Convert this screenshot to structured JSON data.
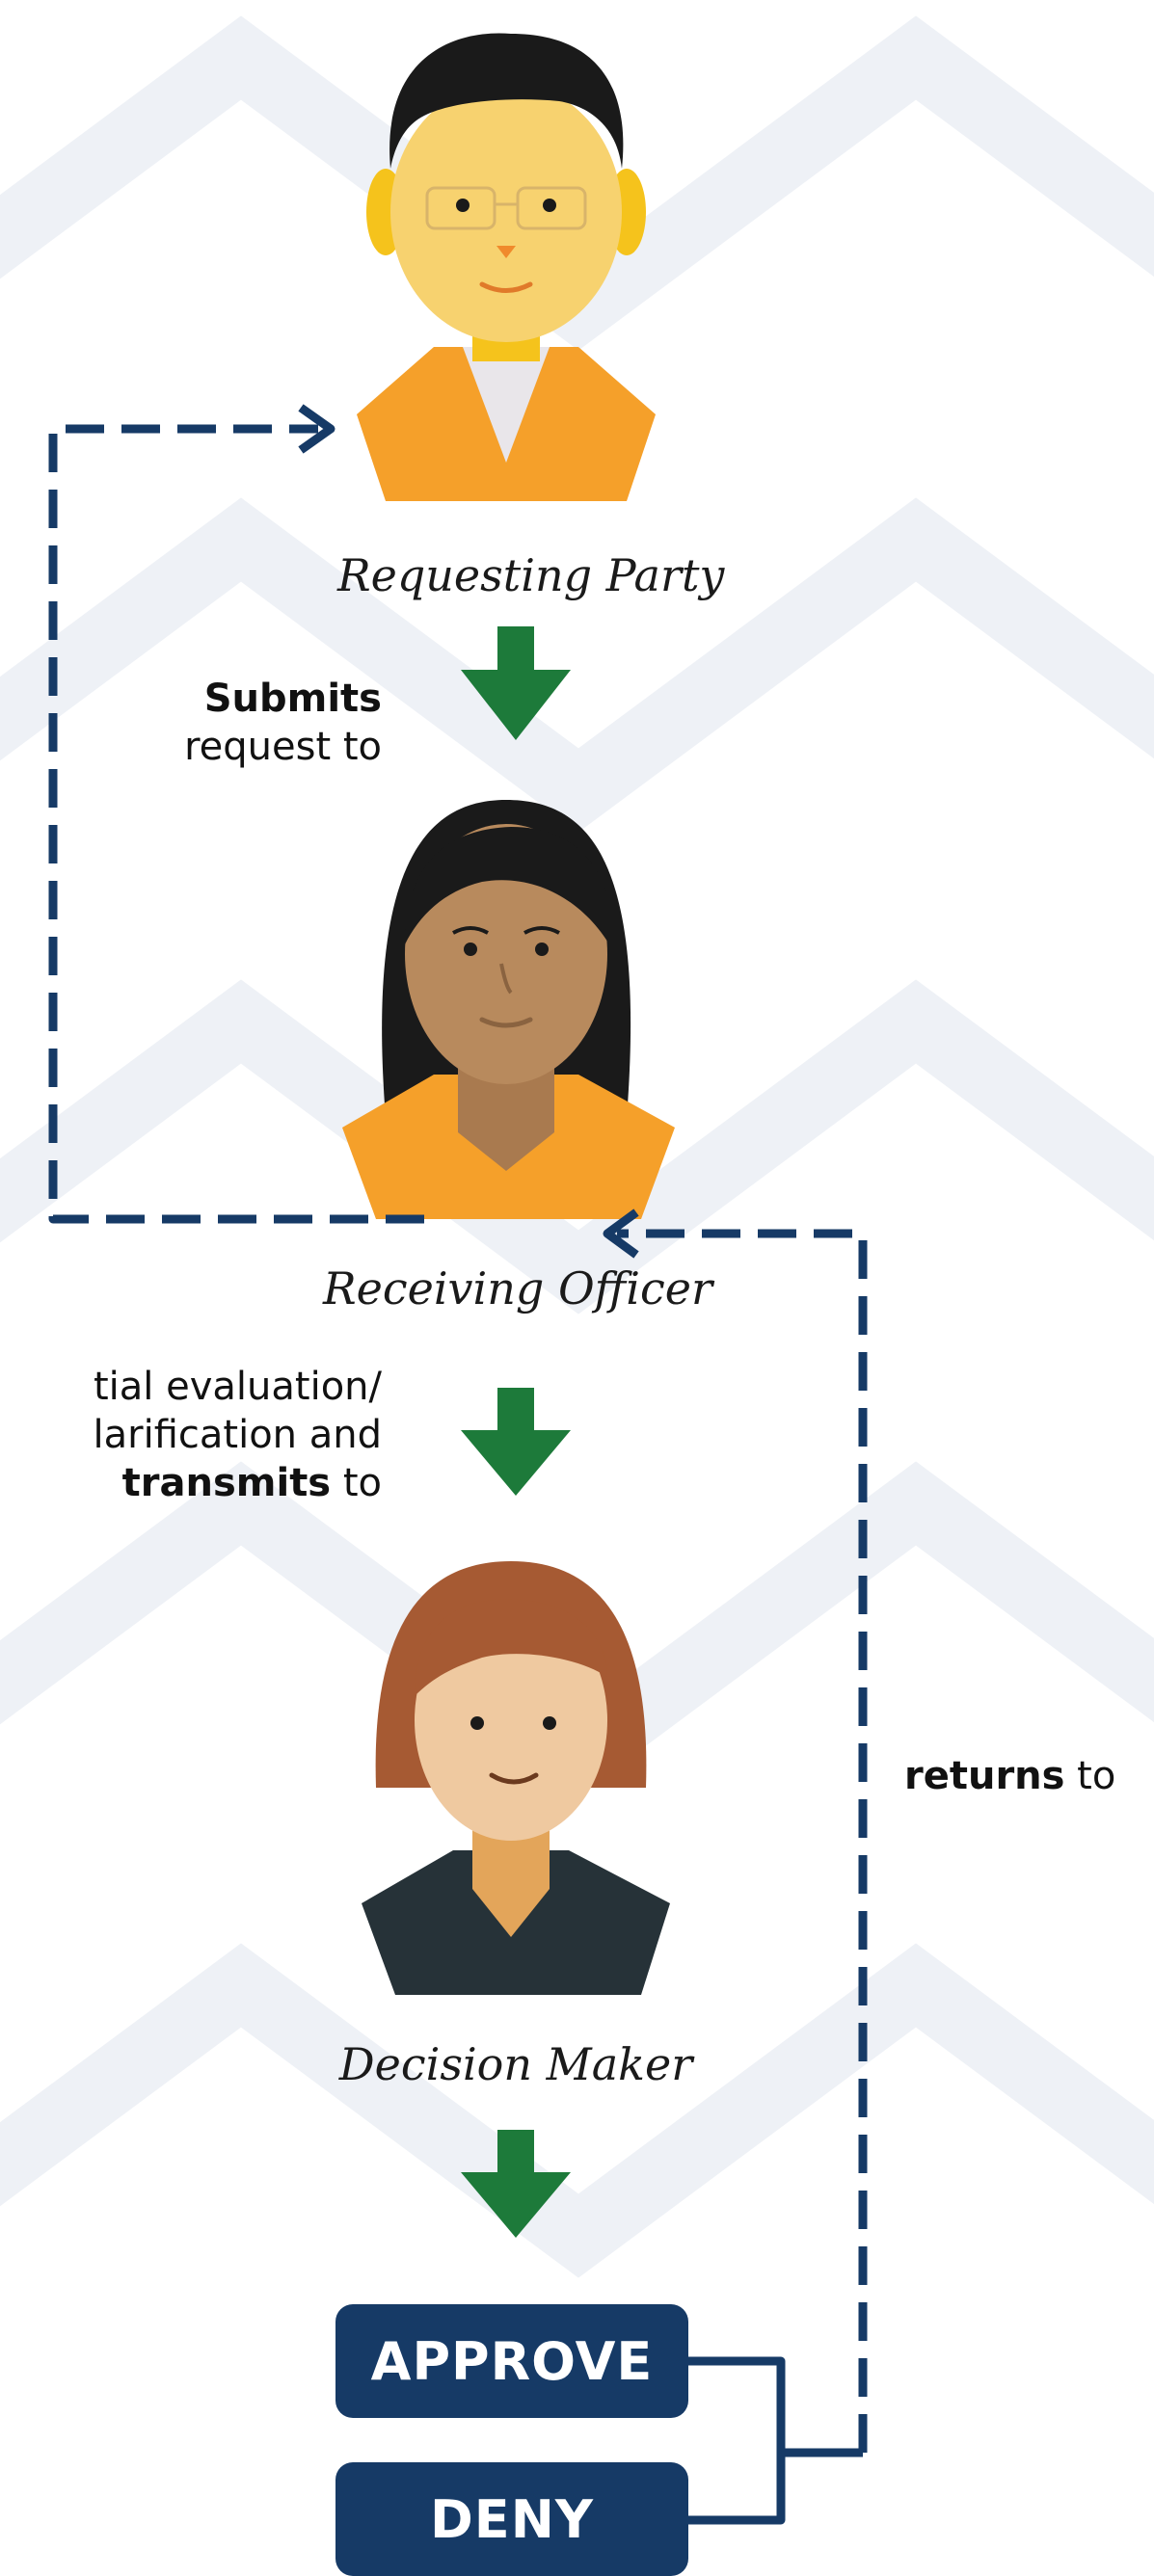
{
  "roles": {
    "requesting_party": "Requesting Party",
    "receiving_officer": "Receiving Officer",
    "decision_maker": "Decision Maker"
  },
  "steps": {
    "submits_bold": "Submits",
    "submits_rest": "request to",
    "eval_line1": "tial evaluation/",
    "eval_line2": "larification and",
    "eval_bold": "transmits",
    "eval_rest": " to",
    "returns_bold": "returns",
    "returns_rest": " to"
  },
  "decisions": {
    "approve": "APPROVE",
    "deny": "DENY"
  },
  "colors": {
    "navy": "#163a66",
    "green": "#1d7a3a",
    "orange": "#f5a02a",
    "background_chevron": "#eef1f6"
  }
}
